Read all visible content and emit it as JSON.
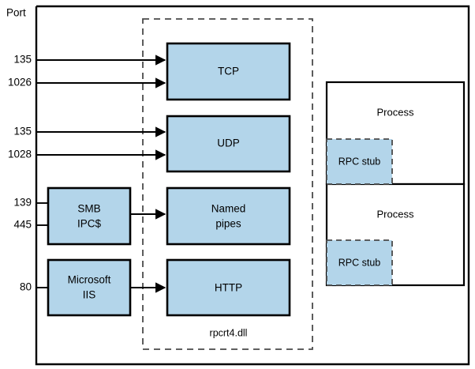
{
  "diagram": {
    "title_label": "Port",
    "dll_caption": "rpcrt4.dll",
    "colors": {
      "box_fill": "#b3d5ea",
      "box_stroke": "#000000",
      "dashed_stroke": "#4a4a4a",
      "background": "#ffffff"
    },
    "ports": [
      {
        "label": "135",
        "target": "TCP"
      },
      {
        "label": "1026",
        "target": "TCP"
      },
      {
        "label": "135",
        "target": "UDP"
      },
      {
        "label": "1028",
        "target": "UDP"
      },
      {
        "label": "139",
        "target": "SMB IPC$"
      },
      {
        "label": "445",
        "target": "SMB IPC$"
      },
      {
        "label": "80",
        "target": "Microsoft IIS"
      }
    ],
    "service_boxes": [
      {
        "line1": "SMB",
        "line2": "IPC$"
      },
      {
        "line1": "Microsoft",
        "line2": "IIS"
      }
    ],
    "transport_boxes": [
      {
        "line1": "TCP",
        "line2": ""
      },
      {
        "line1": "UDP",
        "line2": ""
      },
      {
        "line1": "Named",
        "line2": "pipes"
      },
      {
        "line1": "HTTP",
        "line2": ""
      }
    ],
    "processes": [
      {
        "label": "Process",
        "stub_label": "RPC stub"
      },
      {
        "label": "Process",
        "stub_label": "RPC stub"
      }
    ]
  }
}
